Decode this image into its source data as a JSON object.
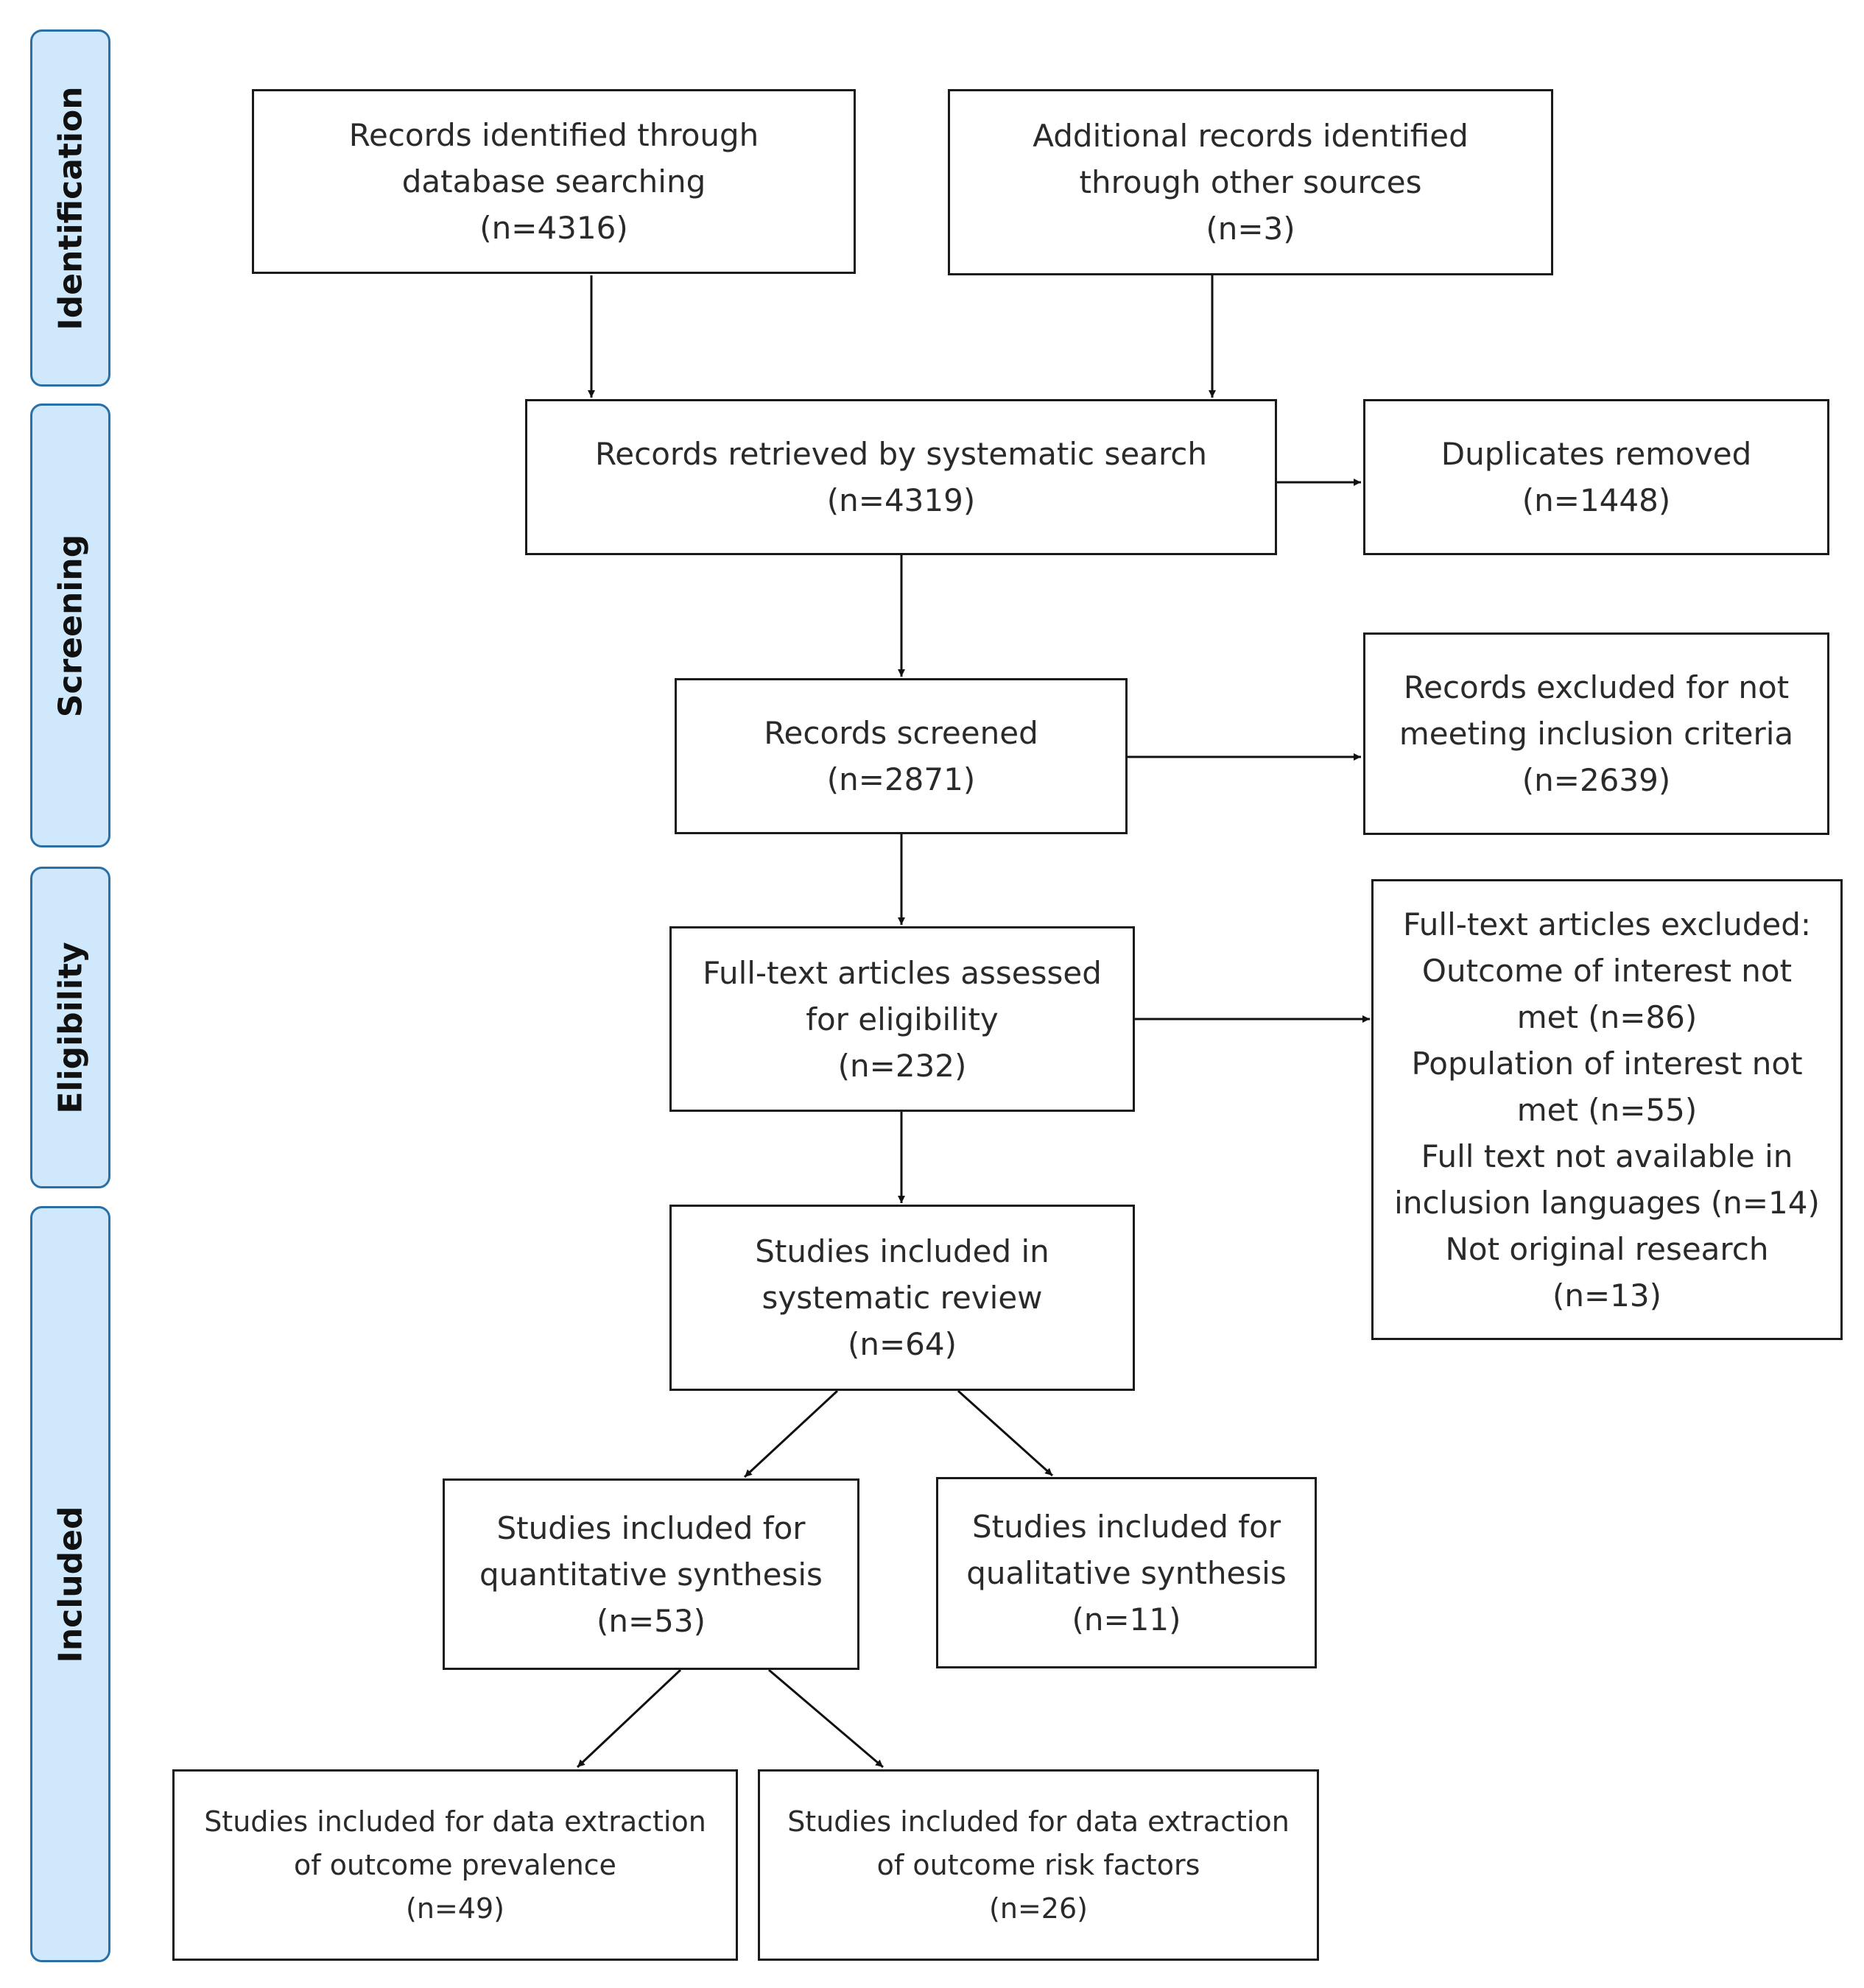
{
  "phases": {
    "identification": "Identification",
    "screening": "Screening",
    "eligibility": "Eligibility",
    "included": "Included"
  },
  "boxes": {
    "database": [
      "Records identified through",
      "database searching",
      "(n=4316)"
    ],
    "other_sources": [
      "Additional records identified",
      "through other sources",
      "(n=3)"
    ],
    "retrieved": [
      "Records retrieved by systematic search",
      "(n=4319)"
    ],
    "duplicates": [
      "Duplicates removed",
      "(n=1448)"
    ],
    "screened": [
      "Records screened",
      "(n=2871)"
    ],
    "excluded_criteria": [
      "Records excluded for not",
      "meeting inclusion criteria",
      "(n=2639)"
    ],
    "fulltext_assessed": [
      "Full-text articles assessed",
      "for eligibility",
      "(n=232)"
    ],
    "fulltext_excluded": [
      "Full-text articles excluded:",
      "Outcome of interest not",
      "met (n=86)",
      "Population of interest not",
      "met (n=55)",
      "Full text not available in",
      "inclusion languages (n=14)",
      "Not original research",
      "(n=13)"
    ],
    "systematic_review": [
      "Studies included in",
      "systematic review",
      "(n=64)"
    ],
    "quantitative": [
      "Studies included for",
      "quantitative synthesis",
      "(n=53)"
    ],
    "qualitative": [
      "Studies included for",
      "qualitative synthesis",
      "(n=11)"
    ],
    "prevalence": [
      "Studies included for data extraction",
      "of outcome prevalence",
      "(n=49)"
    ],
    "risk_factors": [
      "Studies included for data extraction",
      "of outcome risk factors",
      "(n=26)"
    ]
  }
}
